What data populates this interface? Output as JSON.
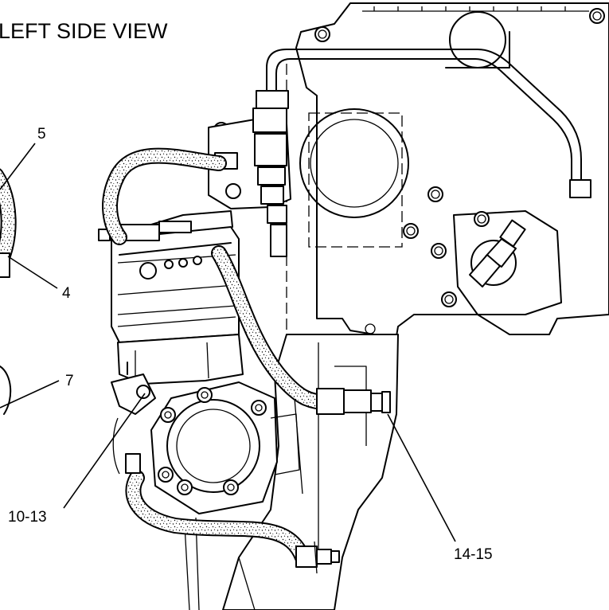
{
  "title": "LEFT SIDE VIEW",
  "callouts": [
    {
      "id": "c5",
      "text": "5"
    },
    {
      "id": "c4",
      "text": "4"
    },
    {
      "id": "c7",
      "text": "7"
    },
    {
      "id": "c10_13",
      "text": "10-13"
    },
    {
      "id": "c14_15",
      "text": "14-15"
    }
  ]
}
